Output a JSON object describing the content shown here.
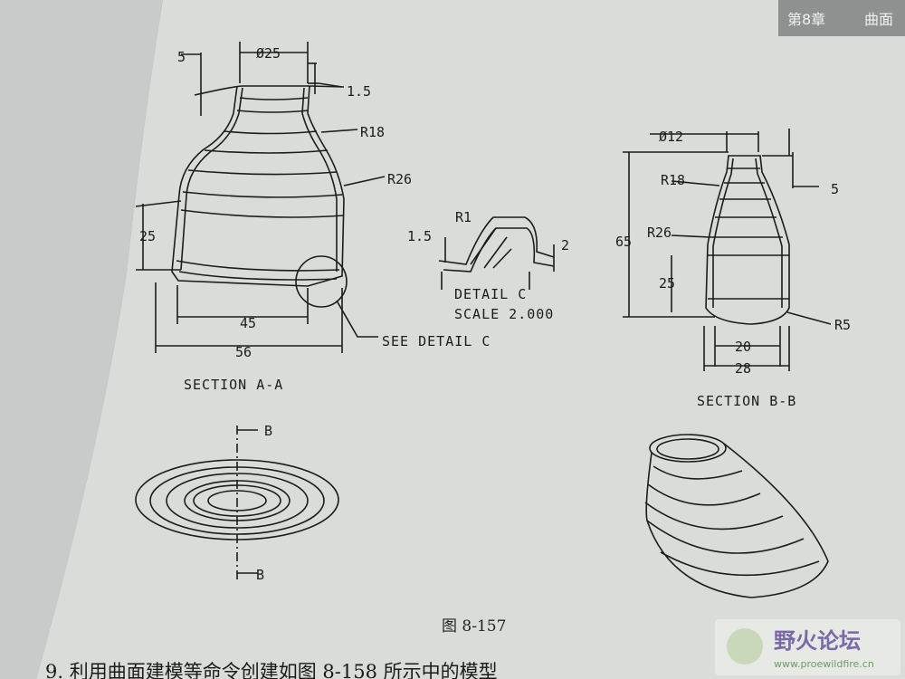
{
  "header": {
    "chapter": "第8章",
    "topic": "曲面"
  },
  "section_aa": {
    "dims": {
      "d5": "5",
      "dia25": "Ø25",
      "d1_5": "1.5",
      "r18": "R18",
      "r26": "R26",
      "d25": "25",
      "d45": "45",
      "d56": "56"
    },
    "see_detail": "SEE DETAIL C",
    "title": "SECTION  A-A"
  },
  "detail_c": {
    "r1": "R1",
    "d1_5": "1.5",
    "d2": "2",
    "title": "DETAIL  C",
    "scale": "SCALE  2.000"
  },
  "section_bb": {
    "dims": {
      "dia12": "Ø12",
      "d5": "5",
      "r18": "R18",
      "r26": "R26",
      "d65": "65",
      "d25": "25",
      "r5": "R5",
      "d20": "20",
      "d28": "28"
    },
    "title": "SECTION  B-B"
  },
  "top_view": {
    "b_top": "B",
    "b_bottom": "B"
  },
  "caption": "图 8-157",
  "body_text": "9. 利用曲面建模等命令创建如图 8-158 所示中的模型",
  "watermark": {
    "title": "野火论坛",
    "url": "www.proewildfire.cn"
  },
  "colors": {
    "paper": "#d9dcd8",
    "ink": "#1c1c1c",
    "header_bar": "#8d9190"
  }
}
